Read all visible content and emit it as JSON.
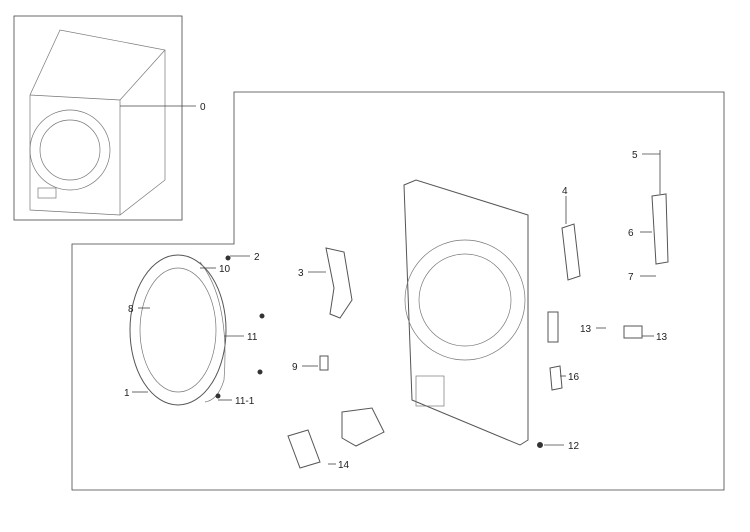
{
  "diagram": {
    "callouts": {
      "c0": "0",
      "c1": "1",
      "c2": "2",
      "c3": "3",
      "c4": "4",
      "c5": "5",
      "c6": "6",
      "c7": "7",
      "c8": "8",
      "c9": "9",
      "c10": "10",
      "c11": "11",
      "c11_1": "11-1",
      "c12": "12",
      "c13a": "13",
      "c13b": "13",
      "c14": "14",
      "c16": "16"
    }
  }
}
